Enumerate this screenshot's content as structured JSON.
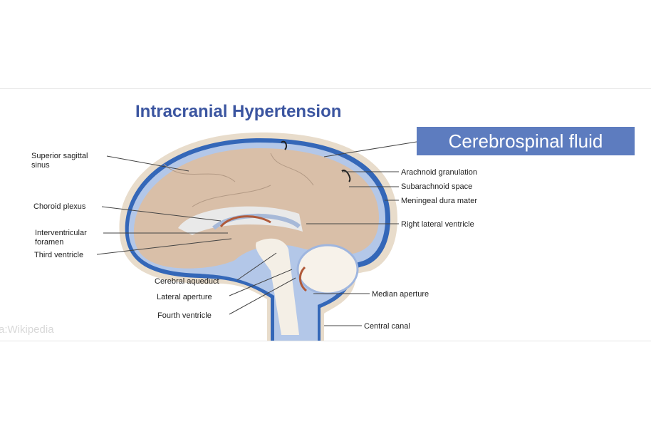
{
  "title": "Intracranial Hypertension",
  "highlight": "Cerebrospinal fluid",
  "watermark": "a:Wikipedia",
  "labels": {
    "superior_sagittal_1": "Superior sagittal",
    "superior_sagittal_2": "sinus",
    "choroid_plexus": "Choroid plexus",
    "interventricular_1": "Interventricular",
    "interventricular_2": "foramen",
    "third_ventricle": "Third ventricle",
    "cerebral_aqueduct": "Cerebral aqueduct",
    "lateral_aperture": "Lateral aperture",
    "fourth_ventricle": "Fourth ventricle",
    "arachnoid_granulation": "Arachnoid granulation",
    "subarachnoid_space": "Subarachnoid space",
    "meningeal_dura": "Meningeal dura mater",
    "right_lateral_ventricle": "Right lateral ventricle",
    "median_aperture": "Median aperture",
    "central_canal": "Central canal"
  },
  "colors": {
    "title": "#3b55a0",
    "box": "#5d7cbf",
    "brain": "#dcc3ad",
    "csf": "#a9bfe3",
    "dura": "#2f5cb0"
  }
}
